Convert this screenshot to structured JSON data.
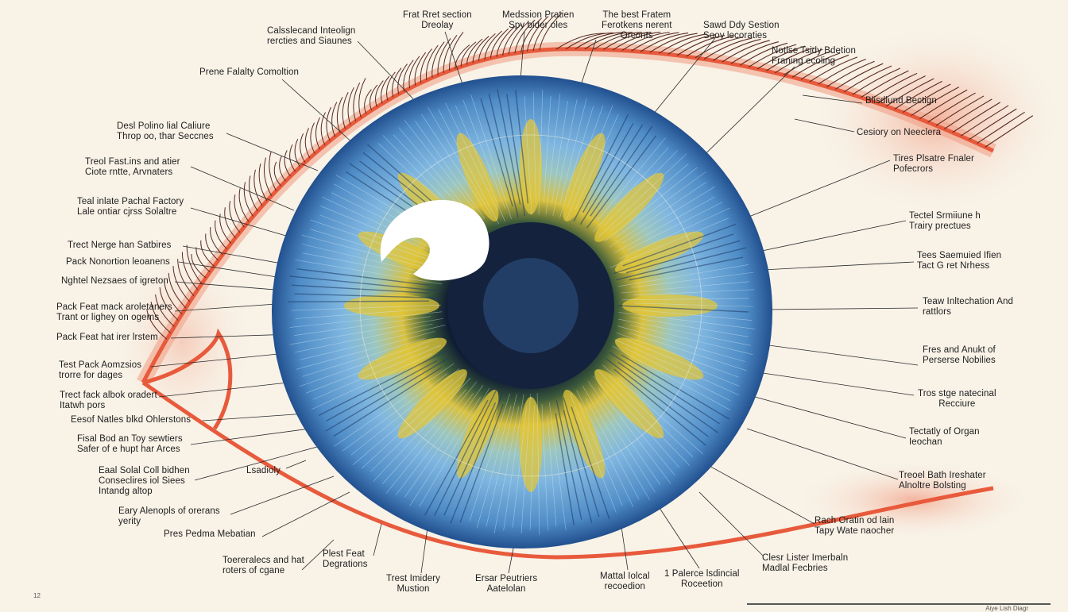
{
  "labels": [
    {
      "id": "calsslecand",
      "lines": [
        "Calsslecand Inteolign",
        "rercties and Siaunes"
      ]
    },
    {
      "id": "prene",
      "lines": [
        "Prene Falalty Comoltion"
      ]
    },
    {
      "id": "desl",
      "lines": [
        "Desl Polino lial Caliure",
        "Throp oo, thar Seccnes"
      ]
    },
    {
      "id": "treol-fast",
      "lines": [
        "Treol Fast.ins and atier",
        "Ciote rntte, Arvnaters"
      ]
    },
    {
      "id": "teal-inlate",
      "lines": [
        "Teal inlate Pachal Factory",
        "Lale ontiar cjrss Solaltre"
      ]
    },
    {
      "id": "trect-nerge",
      "lines": [
        "Trect Nerge han Satbires"
      ]
    },
    {
      "id": "pack-nonortion",
      "lines": [
        "Pack Nonortion leoanens"
      ]
    },
    {
      "id": "nghtel",
      "lines": [
        "Nghtel Nezsaes of igreton"
      ]
    },
    {
      "id": "pack-feat-mack",
      "lines": [
        "Pack Feat mack aroletaners",
        "Trant or lighey on ogems"
      ]
    },
    {
      "id": "pack-feat-hat",
      "lines": [
        "Pack Feat hat irer lrstem"
      ]
    },
    {
      "id": "test-pack",
      "lines": [
        "Test Pack Aomzsios",
        "trorre for dages"
      ]
    },
    {
      "id": "trect-fack",
      "lines": [
        "Trect fack albok oradert",
        "Itatwh pors"
      ]
    },
    {
      "id": "eesof",
      "lines": [
        "Eesof Natles blkd Ohlerstons"
      ]
    },
    {
      "id": "fisal",
      "lines": [
        "Fisal Bod an Toy sewtiers",
        "Safer of e hupt har Arces"
      ]
    },
    {
      "id": "eaal",
      "lines": [
        "Eaal Solal Coll bidhen",
        "Conseclires iol Siees",
        "Intandg altop"
      ]
    },
    {
      "id": "lsadioly",
      "lines": [
        "Lsadioly"
      ]
    },
    {
      "id": "eary",
      "lines": [
        "Eary Alenopls of orerans",
        "yerity"
      ]
    },
    {
      "id": "pres",
      "lines": [
        "Pres Pedma Mebatian"
      ]
    },
    {
      "id": "toereralecs",
      "lines": [
        "Toereralecs and hat",
        "roters of cgane"
      ]
    },
    {
      "id": "plest",
      "lines": [
        "Plest Feat",
        "Degrations"
      ]
    },
    {
      "id": "trest-imidery",
      "lines": [
        "Trest Imidery",
        "Mustion"
      ]
    },
    {
      "id": "ersar",
      "lines": [
        "Ersar Peutriers",
        "Aatelolan"
      ]
    },
    {
      "id": "mattal",
      "lines": [
        "Mattal Iolcal",
        "recoedion"
      ]
    },
    {
      "id": "palerce",
      "lines": [
        "1 Palerce lsdincial",
        "Roceetion"
      ]
    },
    {
      "id": "clesr",
      "lines": [
        "Clesr Lister Imerbaln",
        "Madlal Fecbries"
      ]
    },
    {
      "id": "rach",
      "lines": [
        "Rach Oratin od lain",
        "Tapy Wate naocher"
      ]
    },
    {
      "id": "treoel",
      "lines": [
        "Treoel Bath Ireshater",
        "Alnoltre Bolsting"
      ]
    },
    {
      "id": "tectatly",
      "lines": [
        "Tectatly of Organ",
        "Ieochan"
      ]
    },
    {
      "id": "tros",
      "lines": [
        "Tros stge natecinal",
        "Recciure"
      ]
    },
    {
      "id": "fres",
      "lines": [
        "Fres and Anukt of",
        "Perserse Nobilies"
      ]
    },
    {
      "id": "teaw",
      "lines": [
        "Teaw Inltechation And",
        "rattlors"
      ]
    },
    {
      "id": "tees",
      "lines": [
        "Tees Saemuied Ifien",
        "Tact G ret Nrhess"
      ]
    },
    {
      "id": "tectel",
      "lines": [
        "Tectel Srmiiune h",
        "Trairy prectues"
      ]
    },
    {
      "id": "tires",
      "lines": [
        "Tires Plsatre Fnaler",
        "Pofecrors"
      ]
    },
    {
      "id": "cesiory",
      "lines": [
        "Cesiory on Neeclera"
      ]
    },
    {
      "id": "blisdlund",
      "lines": [
        "Blisdlund Bectign"
      ]
    },
    {
      "id": "notlse",
      "lines": [
        "Notlse Tsidy Bdetion",
        "Franing ecoling"
      ]
    },
    {
      "id": "sawd",
      "lines": [
        "Sawd Ddy Sestion",
        "Sooy lecoraties"
      ]
    },
    {
      "id": "the-best",
      "lines": [
        "The best Fratem",
        "Ferotkens nerent",
        "Orconts"
      ]
    },
    {
      "id": "medssion",
      "lines": [
        "Medssion Pratien",
        "Spy bider oles"
      ]
    },
    {
      "id": "frat",
      "lines": [
        "Frat Rret section",
        "Dreolay"
      ]
    }
  ],
  "corner_left": "12",
  "corner_right": "Aiye Lish Diagr",
  "colors": {
    "iris_blue": "#4f90c8",
    "iris_dark": "#1d2f55",
    "iris_yellow": "#e2c63a",
    "lid_red": "#e85a3c",
    "paper": "#f8f2e7"
  }
}
